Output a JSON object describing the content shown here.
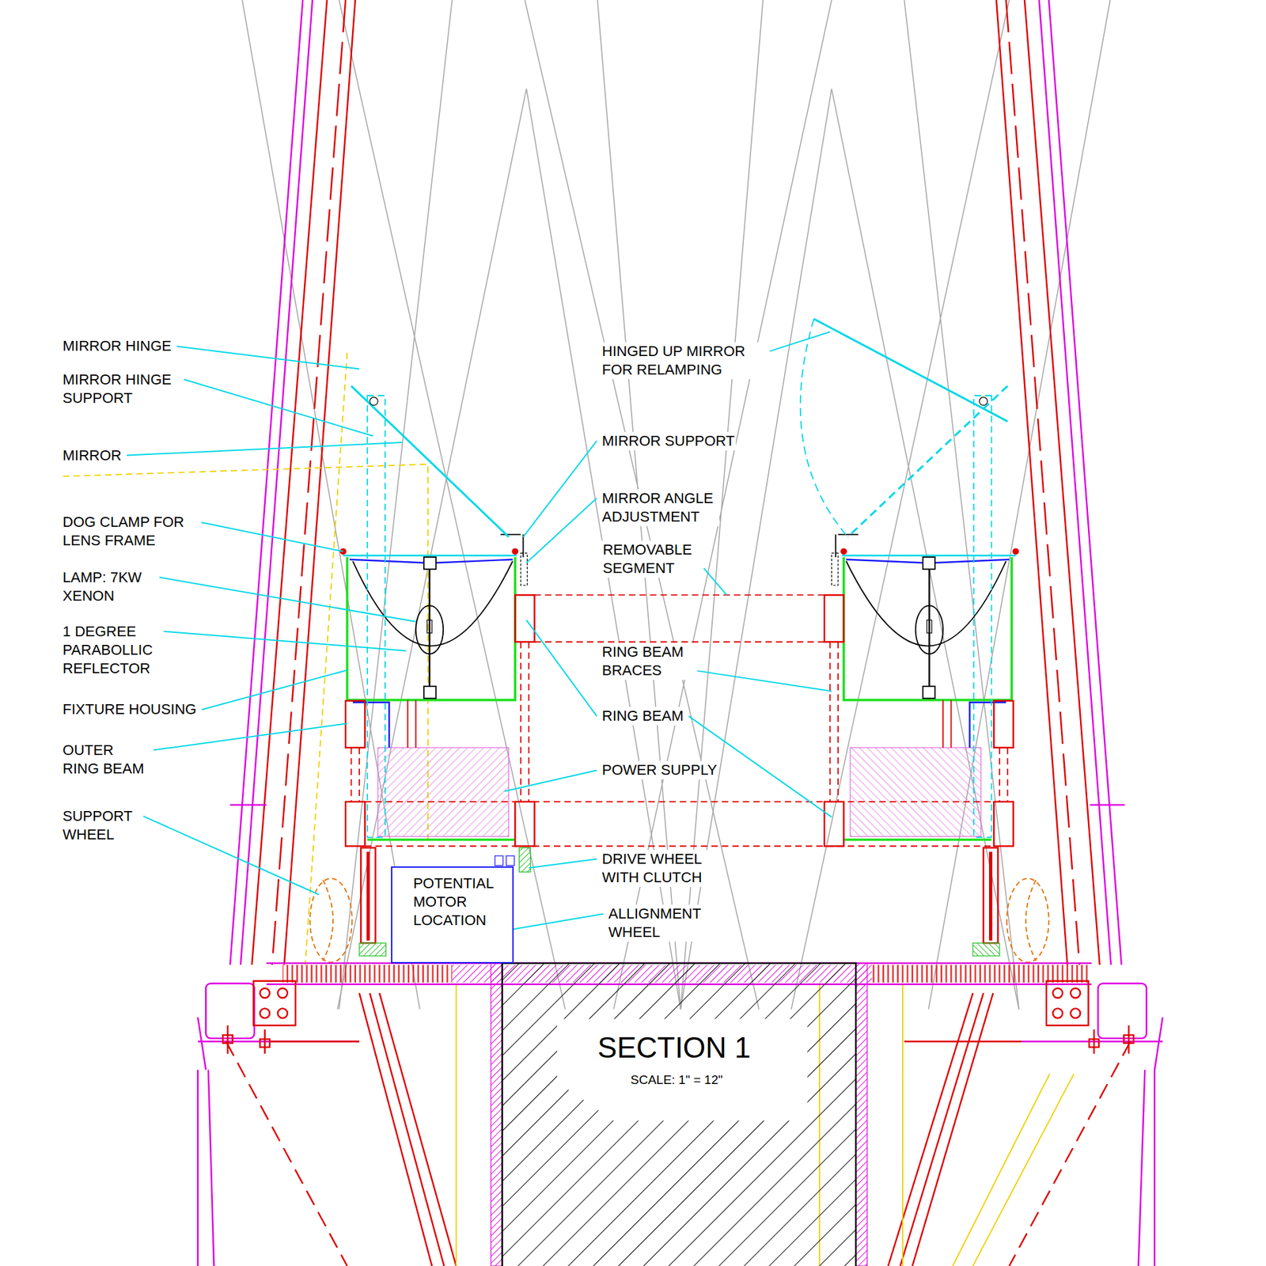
{
  "diagram": {
    "nodes": [
      {
        "text": [
          "POTENTIAL MOTOR LOCATION"
        ]
      }
    ],
    "labels": [
      "MIRROR HINGE",
      "MIRROR HINGE SUPPORT",
      "MIRROR",
      "DOG CLAMP FOR LENS FRAME",
      "LAMP: 7KW XENON",
      "1 DEGREE PARABOLLIC REFLECTOR",
      "FIXTURE HOUSING",
      "OUTER RING BEAM",
      "SUPPORT WHEEL",
      "HINGED UP MIRROR FOR RELAMPING",
      "MIRROR SUPPORT",
      "MIRROR ANGLE ADJUSTMENT",
      "REMOVABLE SEGMENT",
      "RING BEAM BRACES",
      "RING BEAM",
      "POWER SUPPLY",
      "DRIVE WHEEL WITH CLUTCH",
      "ALLIGNMENT WHEEL",
      "SECTION 1",
      "SCALE: 1\" = 12\""
    ]
  }
}
